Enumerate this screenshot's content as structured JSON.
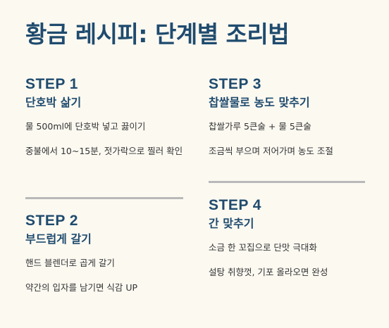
{
  "title": "황금 레시피: 단계별 조리법",
  "steps": [
    {
      "label": "STEP 1",
      "title": "단호박 삶기",
      "lines": [
        "물 500ml에 단호박 넣고 끓이기",
        "중불에서 10~15분, 젓가락으로 찔러 확인"
      ]
    },
    {
      "label": "STEP 2",
      "title": "부드럽게 갈기",
      "lines": [
        "핸드 블렌더로 곱게 갈기",
        "약간의 입자를 남기면 식감 UP"
      ]
    },
    {
      "label": "STEP 3",
      "title": "찹쌀물로 농도 맞추기",
      "lines": [
        "찹쌀가루 5큰술 + 물 5큰술",
        "조금씩 부으며 저어가며 농도 조절"
      ]
    },
    {
      "label": "STEP 4",
      "title": "간 맞추기",
      "lines": [
        "소금 한 꼬집으로 단맛 극대화",
        "설탕 취향껏, 기포 올라오면 완성"
      ]
    }
  ]
}
